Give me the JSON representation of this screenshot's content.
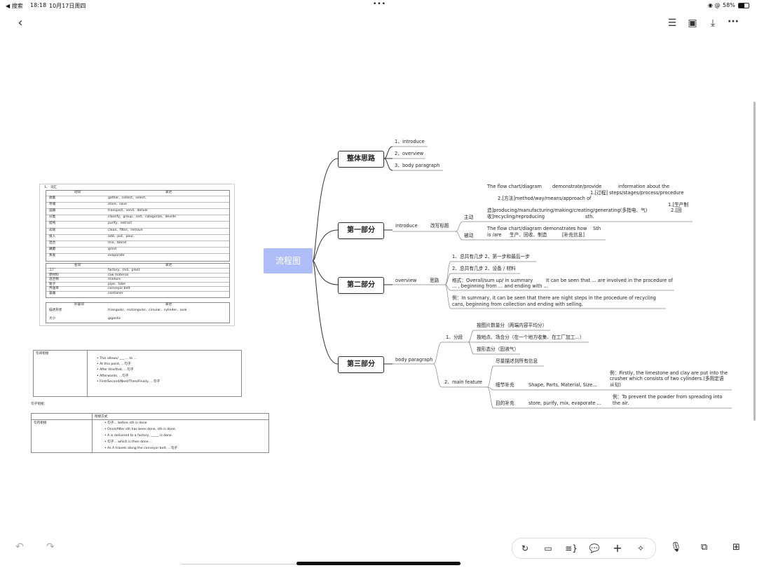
{
  "status_bar": {
    "back_app": "◀ 搜索",
    "time": "18:18",
    "date": "10月17日周四",
    "battery": "58%"
  },
  "mindmap": {
    "root": "流程图",
    "branches": [
      {
        "label": "整体思路",
        "items": [
          "1、introduce",
          "2、overview",
          "3、body paragraph"
        ]
      },
      {
        "label": "第一部分",
        "items": [
          "introduce",
          "改写标题",
          "主动",
          "被动"
        ],
        "details": {
          "line1a": "The flow chart/diagram",
          "line1b": "demonstrate/provide",
          "line1c": "information about the",
          "line2": "1.[过程] steps/stages/process/procedure",
          "line3": "2.[方法]method/way/means/approach of",
          "line4a": "1.[生产制",
          "line4b": "2.[回",
          "line5": "造]producing/manufacturing/making/creating/generating(多指电、气)",
          "line6a": "收]recycling/reproducing",
          "line6b": "sth.",
          "passive1a": "The flow chart/diagram demonstrates how",
          "passive1b": "Sth",
          "passive2a": "is /are",
          "passive2b": "生产、回收、制造",
          "passive2c": "[补充信息]"
        }
      },
      {
        "label": "第二部分",
        "items": [
          "overview",
          "思路"
        ],
        "details": {
          "d1": "1、总共有几步 2、第一步和最后一步",
          "d2": "2、总共有几步 2、设备 / 材料",
          "d3a": "格式：Overall/sum up/ in summary",
          "d3b": "It can be seen that ... are involved in the procedure of",
          "d3c": "... , beginning from ... and ending with ...",
          "d4a": "例：In summary, it can be seen that there are night steps in the procedure of recycling",
          "d4b": "cans, beginning from collection and ending with selling."
        }
      },
      {
        "label": "第三部分",
        "items": [
          "body paragraph",
          "1、分段",
          "2、main feature"
        ],
        "details": {
          "s1": "按图片数量分（两端内容平均分）",
          "s2": "按地点、场合分（在一个地方收集、在工厂加工...）",
          "s3": "按形态分（固液气）",
          "m1": "尽量描述到所有信息",
          "m2a": "细节补充",
          "m2b": "Shape, Parts, Material, Size...",
          "m2c": "例：Firstly, the limestone and clay are put into the",
          "m2d": "crusher which consists of two cylinders.(多用定语",
          "m2e": "从句)",
          "m3a": "目的补充",
          "m3b": "store, purify, mix, evaporate ...",
          "m3c": "例：To prevent the powder from spreading into",
          "m3d": "the air."
        }
      }
    ]
  },
  "vocab_table": {
    "section_label": "1、   词汇",
    "verb_header": [
      "动词",
      "表达"
    ],
    "verbs": [
      [
        "收集",
        "gather、collect、select、"
      ],
      [
        "存储",
        "store、save"
      ],
      [
        "运输",
        "transport、send、deliver"
      ],
      [
        "分类",
        "classify、group、sort、categorize、devide"
      ],
      [
        "提纯",
        "purify、extract"
      ],
      [
        "去除",
        "clean、filter、remove"
      ],
      [
        "投入",
        "add、put、pour、"
      ],
      [
        "混合",
        "mix、blend"
      ],
      [
        "碾磨",
        "grind"
      ],
      [
        "蒸发",
        "evaporate"
      ]
    ],
    "noun_header": [
      "名词",
      "表达"
    ],
    "nouns": [
      [
        "工厂",
        "factory、mill、plant"
      ],
      [
        "原材料",
        "raw material"
      ],
      [
        "混合物",
        "mixture"
      ],
      [
        "管子",
        "pipe、tube"
      ],
      [
        "传送带",
        "conveyor belt"
      ],
      [
        "容器",
        "container"
      ]
    ],
    "adj_header": [
      "形容词",
      "表达"
    ],
    "adjs": [
      [
        "描述形状",
        "triangular、rectangular、circular、cylinder、oval"
      ],
      [
        "大小",
        "gigantic"
      ]
    ]
  },
  "sentence_table": {
    "label": "句间衔接",
    "items": [
      "This allows/ ___ ... to ...",
      "At this point, ...句子",
      "After this/that, ...句子",
      "Afterwards, ...句子",
      "First/Second/Next/Then/Finally, ...句子"
    ]
  },
  "clause_section": {
    "caption": "句子衔接：",
    "header": "衔接方式",
    "label": "句内衔接",
    "items": [
      "句子... before sth is done",
      "Once/After sth has been done, sth is done.",
      "A is delivered to a factory, _____ is done.",
      "句子... which is then done ...",
      "As A travels along the conveyor belt, ...句子"
    ]
  }
}
